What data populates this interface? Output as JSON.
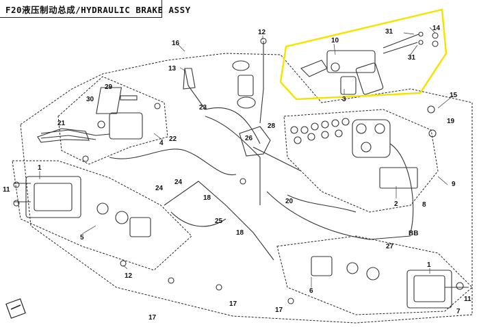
{
  "title": "F20液压制动总成/HYDRAULIC BRAKE ASSY",
  "highlight_color": "#f5e400",
  "callouts": {
    "c1_left": "1",
    "c1_right": "1",
    "c2": "2",
    "c3": "3",
    "c4": "4",
    "c5": "5",
    "c6": "6",
    "c7": "7",
    "c8": "8",
    "c9": "9",
    "c10": "10",
    "c11_left": "11",
    "c11_right": "11",
    "c12_top": "12",
    "c12_bottom": "12",
    "c13": "13",
    "c14": "14",
    "c15": "15",
    "c16": "16",
    "c17_a": "17",
    "c17_b": "17",
    "c17_c": "17",
    "c18_a": "18",
    "c18_b": "18",
    "c19": "19",
    "c20": "20",
    "c21": "21",
    "c22": "22",
    "c23": "23",
    "c24_a": "24",
    "c24_b": "24",
    "c25": "25",
    "c26": "26",
    "c27": "27",
    "c28": "28",
    "c29": "29",
    "c30": "30",
    "c31_a": "31",
    "c31_b": "31",
    "c_bb": "BB"
  }
}
